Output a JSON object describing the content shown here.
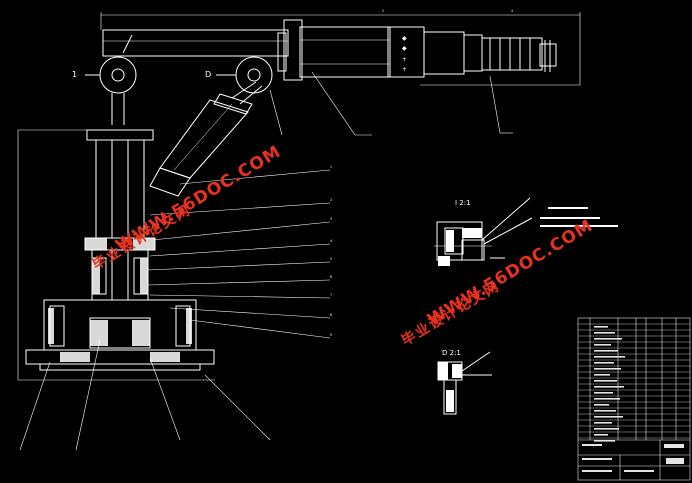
{
  "callouts": {
    "base_view": [
      "1",
      "D"
    ],
    "detail_A_title": "I 2:1",
    "detail_B_title": "D 2:1"
  },
  "watermarks": {
    "url": "WWW.56DOC.COM",
    "site": "毕业设计论文网"
  },
  "colors": {
    "background": "#000000",
    "lines": "#ffffff",
    "watermark": "#e8321e",
    "title_block": "#e5e5e5"
  }
}
